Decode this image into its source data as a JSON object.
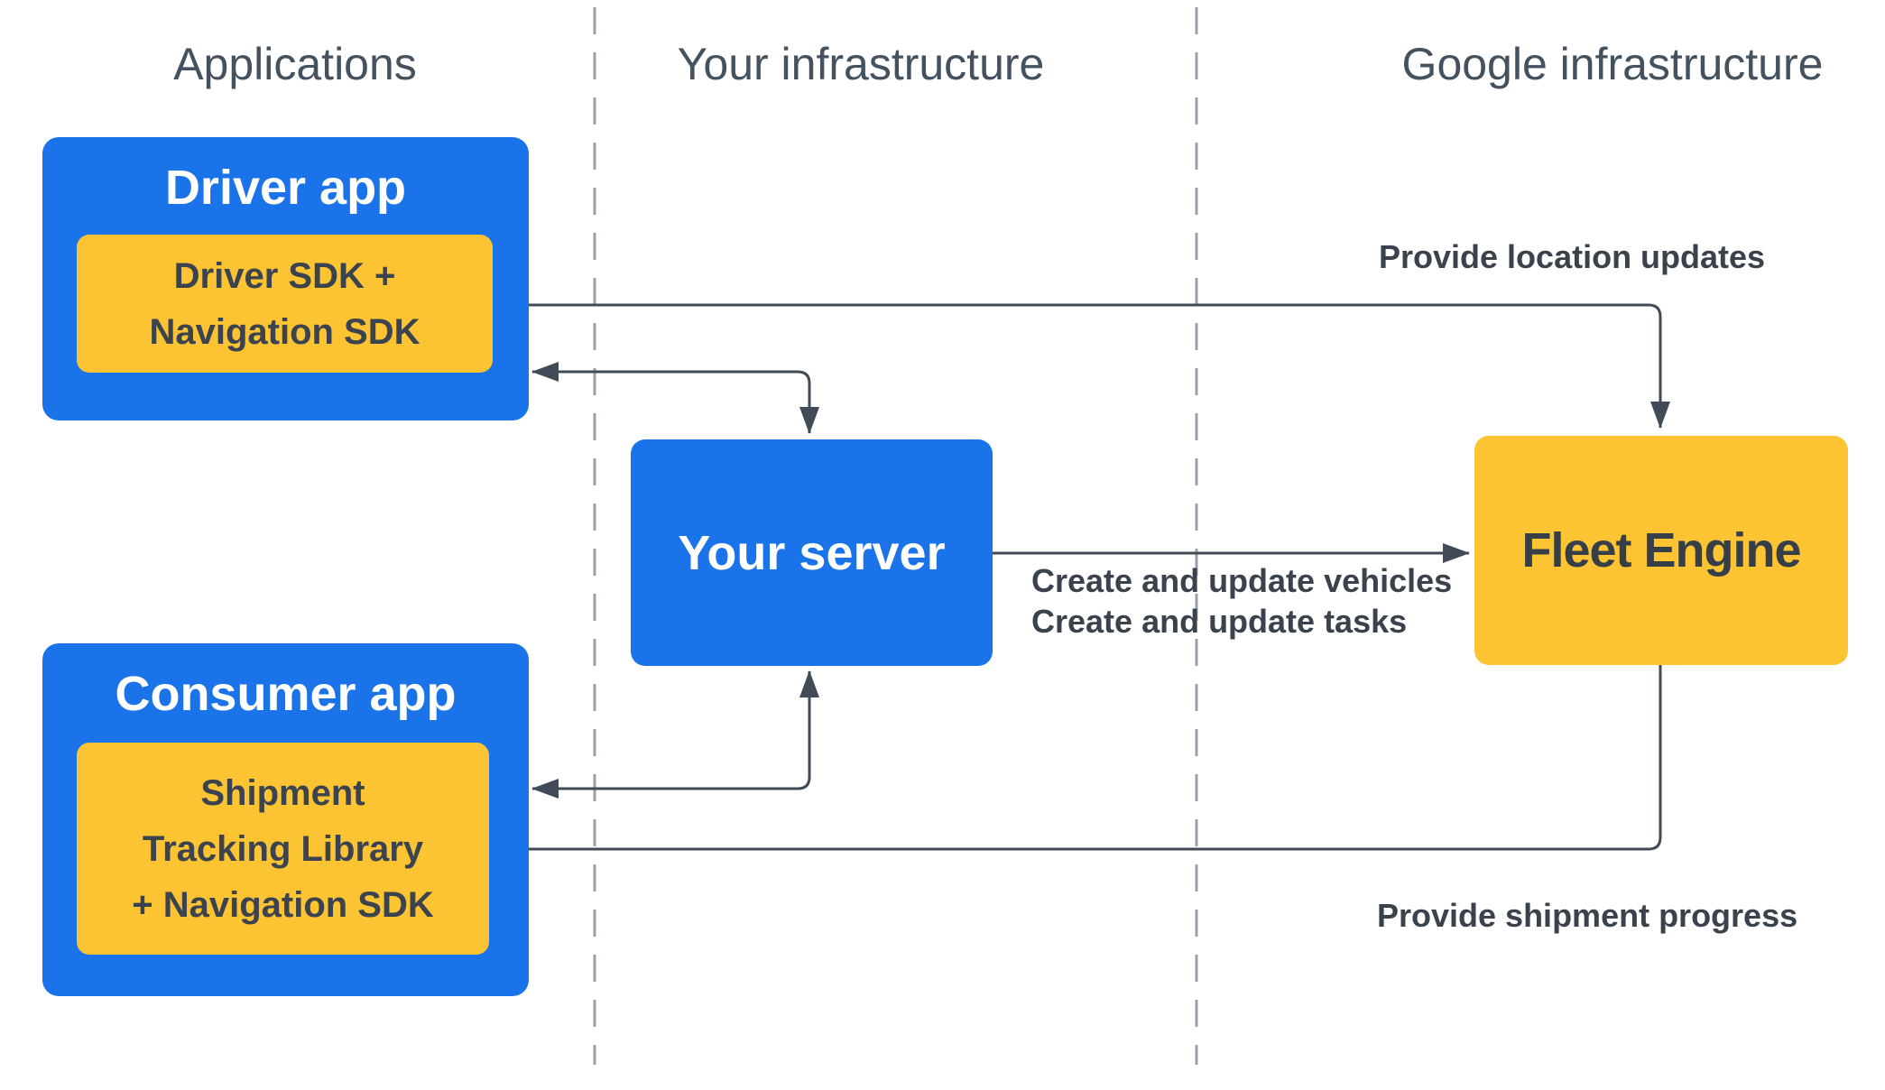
{
  "headers": {
    "applications": "Applications",
    "your_infrastructure": "Your infrastructure",
    "google_infrastructure": "Google infrastructure"
  },
  "nodes": {
    "driver_app": {
      "title": "Driver app",
      "sdk": "Driver SDK +\nNavigation SDK"
    },
    "consumer_app": {
      "title": "Consumer app",
      "sdk": "Shipment\nTracking Library\n+ Navigation SDK"
    },
    "your_server": {
      "title": "Your server"
    },
    "fleet_engine": {
      "title": "Fleet Engine"
    }
  },
  "edge_labels": {
    "provide_location_updates": "Provide location updates",
    "create_and_update": "Create and update vehicles\nCreate and update tasks",
    "provide_shipment_progress": "Provide shipment progress"
  },
  "colors": {
    "app_blue": "#1a73e8",
    "sdk_yellow": "#fcc332",
    "arrow_dark": "#414b58",
    "dashed_gray": "#9aa0a6",
    "heading_gray": "#44515e",
    "dark_text": "#3a434e",
    "label_text": "#39424d",
    "white_text": "#ffffff",
    "background": "#ffffff"
  }
}
